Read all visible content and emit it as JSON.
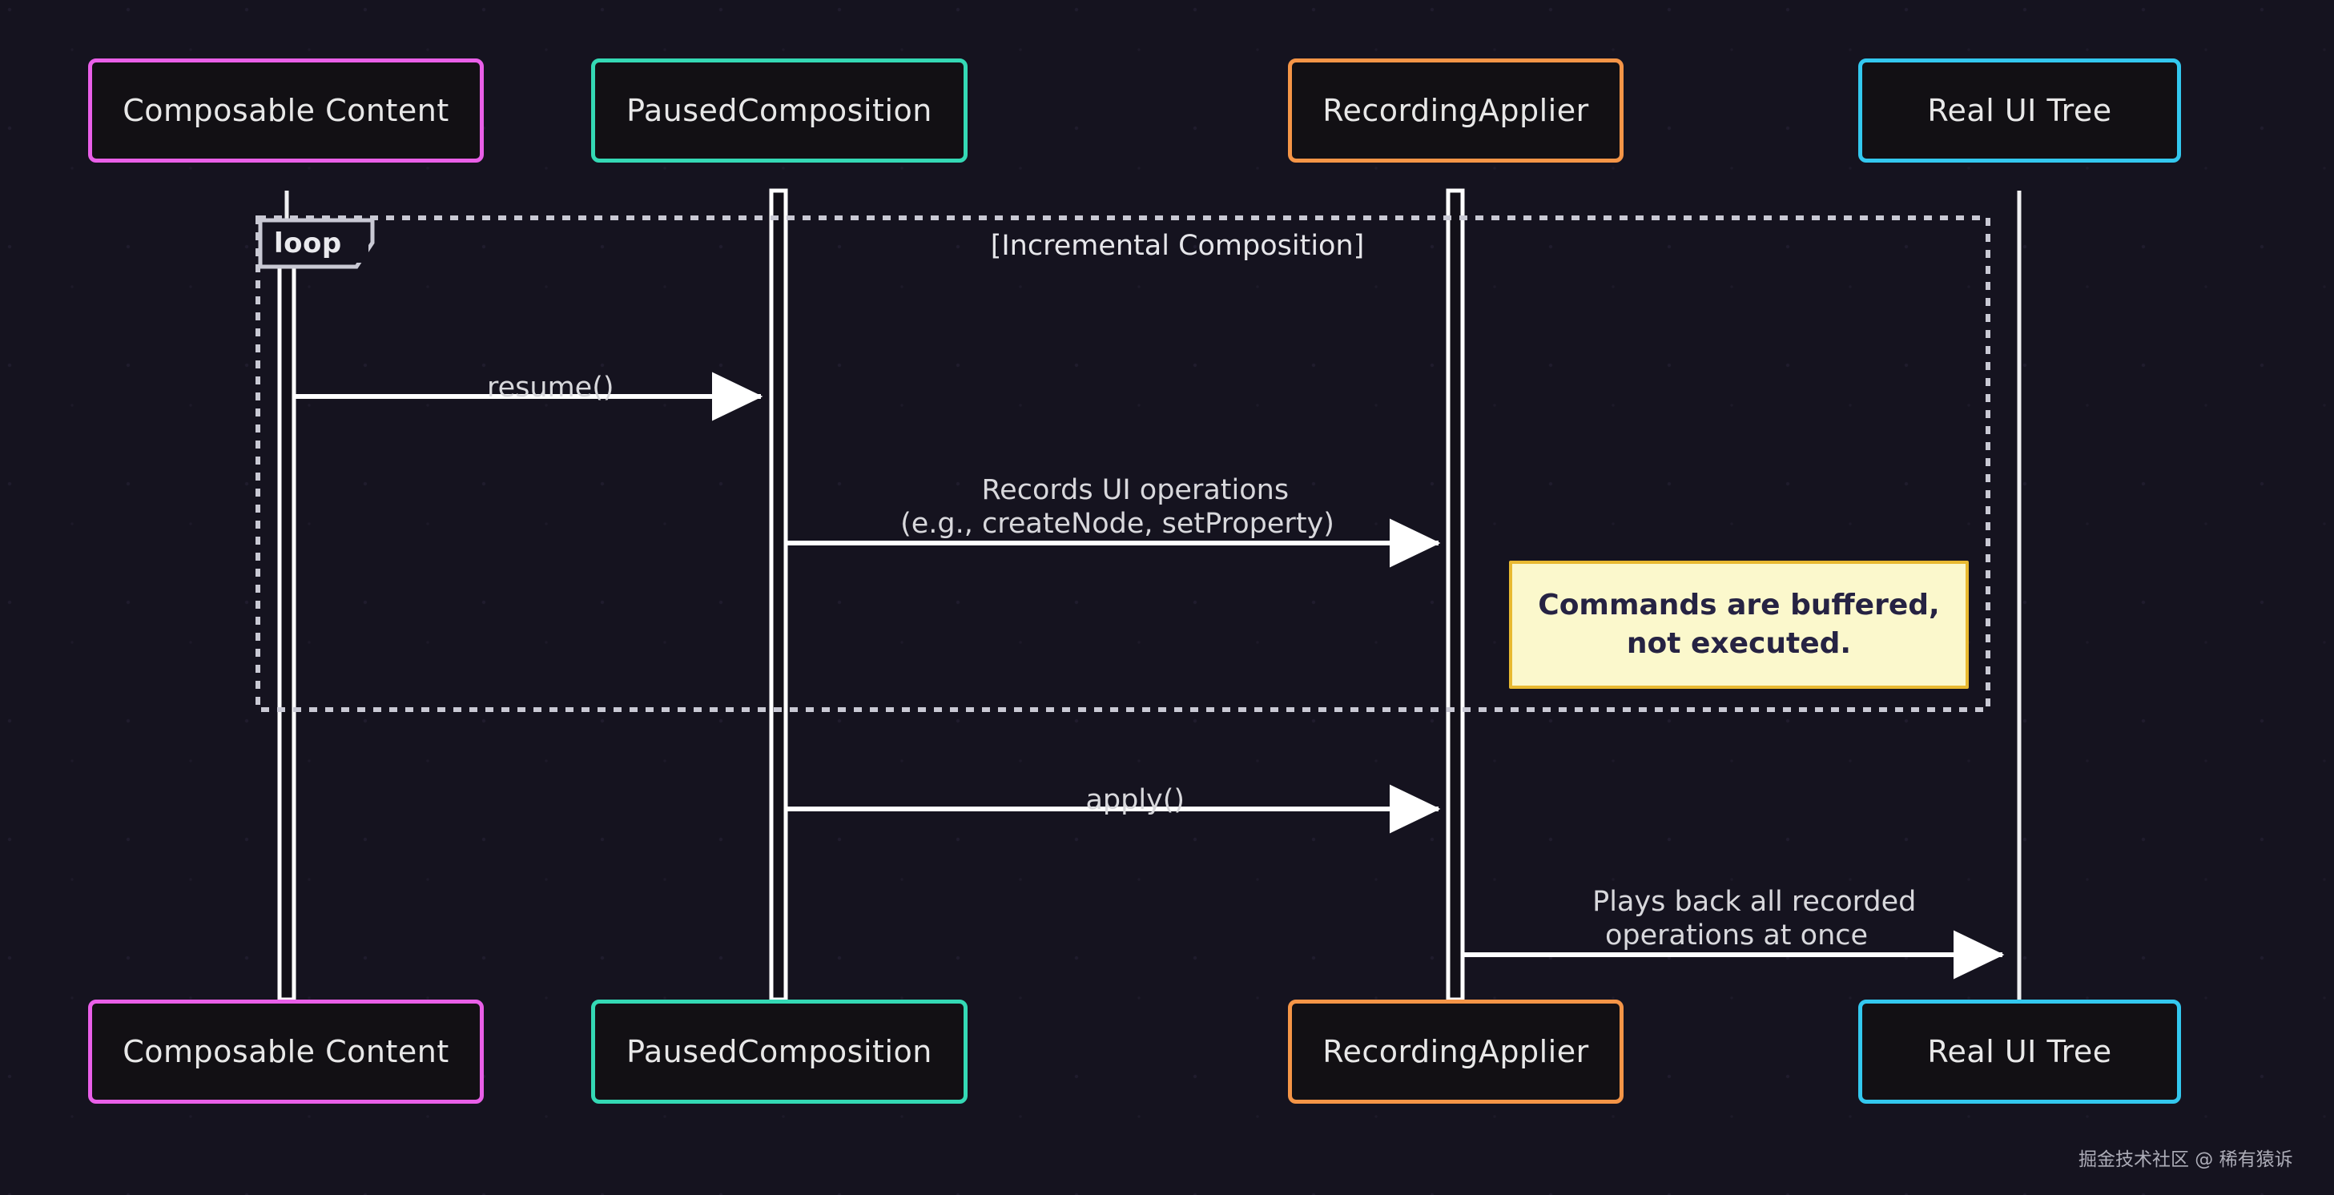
{
  "diagram": {
    "type": "sequence-diagram",
    "background_color": "#15131f",
    "box_fill_color": "#121014",
    "line_color": "#ffffff",
    "text_color": "#d8d8dc"
  },
  "participants": [
    {
      "id": "composable",
      "label": "Composable Content",
      "accent_color": "#e95fe8"
    },
    {
      "id": "paused",
      "label": "PausedComposition",
      "accent_color": "#34d9b5"
    },
    {
      "id": "applier",
      "label": "RecordingApplier",
      "accent_color": "#f59547"
    },
    {
      "id": "uitree",
      "label": "Real UI Tree",
      "accent_color": "#33c8ef"
    }
  ],
  "fragment": {
    "kind": "loop",
    "tab_label": "loop",
    "title": "[Incremental Composition]"
  },
  "messages": [
    {
      "id": "m1",
      "from": "composable",
      "to": "paused",
      "label": "resume()",
      "arrow": "solid-filled"
    },
    {
      "id": "m2",
      "from": "paused",
      "to": "applier",
      "label": "Records UI operations\n(e.g., createNode, setProperty)",
      "arrow": "solid-filled"
    },
    {
      "id": "m3",
      "from": "paused",
      "to": "applier",
      "label": "apply()",
      "arrow": "solid-filled"
    },
    {
      "id": "m4",
      "from": "applier",
      "to": "uitree",
      "label": "Plays back all recorded\noperations at once",
      "arrow": "solid-filled"
    }
  ],
  "notes": [
    {
      "id": "n1",
      "over": "applier",
      "text": "Commands are buffered,\nnot executed.",
      "bg_color": "#fbf8cc",
      "border_color": "#e8b931",
      "text_color": "#262343"
    }
  ],
  "watermark": {
    "text": "掘金技术社区 @ 稀有猿诉"
  }
}
